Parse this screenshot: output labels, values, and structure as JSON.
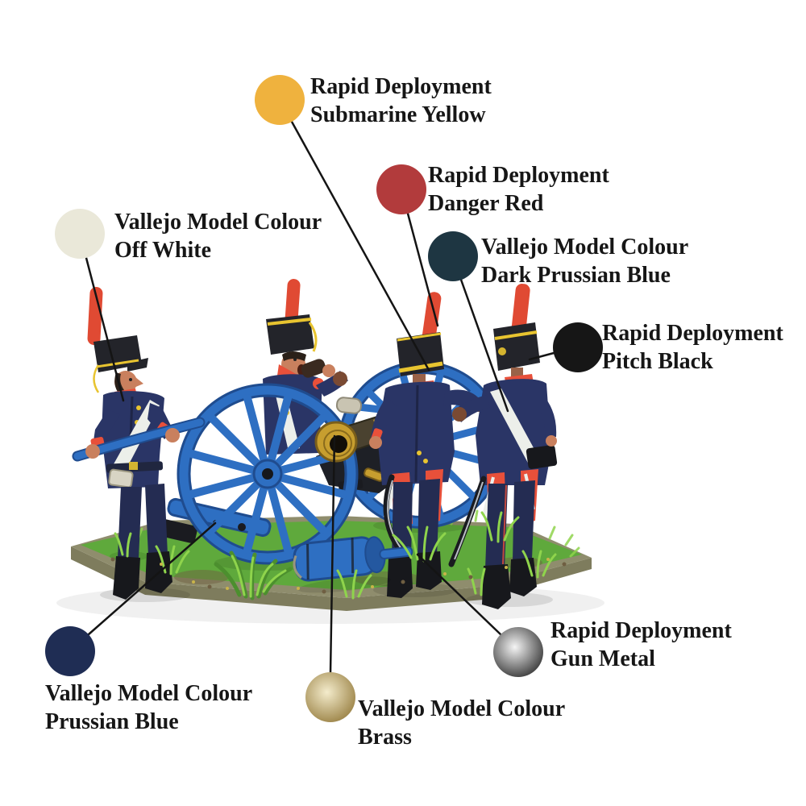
{
  "callouts": [
    {
      "id": "submarine-yellow",
      "brand": "Rapid Deployment",
      "name": "Submarine Yellow",
      "color": "#EFB23E"
    },
    {
      "id": "danger-red",
      "brand": "Rapid Deployment",
      "name": "Danger Red",
      "color": "#B23B3C"
    },
    {
      "id": "dark-prussian-blue",
      "brand": "Vallejo Model Colour",
      "name": "Dark Prussian Blue",
      "color": "#1E3642"
    },
    {
      "id": "pitch-black",
      "brand": "Rapid Deployment",
      "name": "Pitch Black",
      "color": "#161616"
    },
    {
      "id": "off-white",
      "brand": "Vallejo Model Colour",
      "name": "Off White",
      "color": "#EAE8D9"
    },
    {
      "id": "prussian-blue",
      "brand": "Vallejo Model Colour",
      "name": "Prussian Blue",
      "color": "#1F2D54"
    },
    {
      "id": "brass",
      "brand": "Vallejo Model Colour",
      "name": "Brass",
      "color": "#A38C52",
      "highlight": "#F4ECCC",
      "shade": "#8F7A42"
    },
    {
      "id": "gun-metal",
      "brand": "Rapid Deployment",
      "name": "Gun Metal",
      "color": "#4A4A4A",
      "highlight": "#F5F5F5",
      "shade": "#383838"
    }
  ],
  "annotation": {
    "line_color": "#141414",
    "text_color": "#161616"
  },
  "scene": {
    "palette": {
      "uniform_blue": "#2A3566",
      "trouser_blue": "#242C52",
      "uniform_shadow": "#1E2547",
      "wheel_blue": "#2E6FC2",
      "wheel_blue_dark": "#1F4C8F",
      "plume_red": "#E04A33",
      "facing_red": "#E8503A",
      "shako_black": "#23242A",
      "boot_black": "#17181C",
      "cord_yellow": "#E8C430",
      "brass_metal": "#C79E2F",
      "skin": "#C9805E",
      "glove_brown": "#7A4A33",
      "belt_white": "#ECEFEA",
      "steel_grey": "#B9BEC4",
      "grass_green": "#5FA93C",
      "grass_dark": "#4C8F2E",
      "grass_light": "#8FD44C",
      "base_olive": "#8F8D6D",
      "base_olive_dark": "#7E7C5D",
      "soil_brown": "#6F5F42"
    }
  }
}
